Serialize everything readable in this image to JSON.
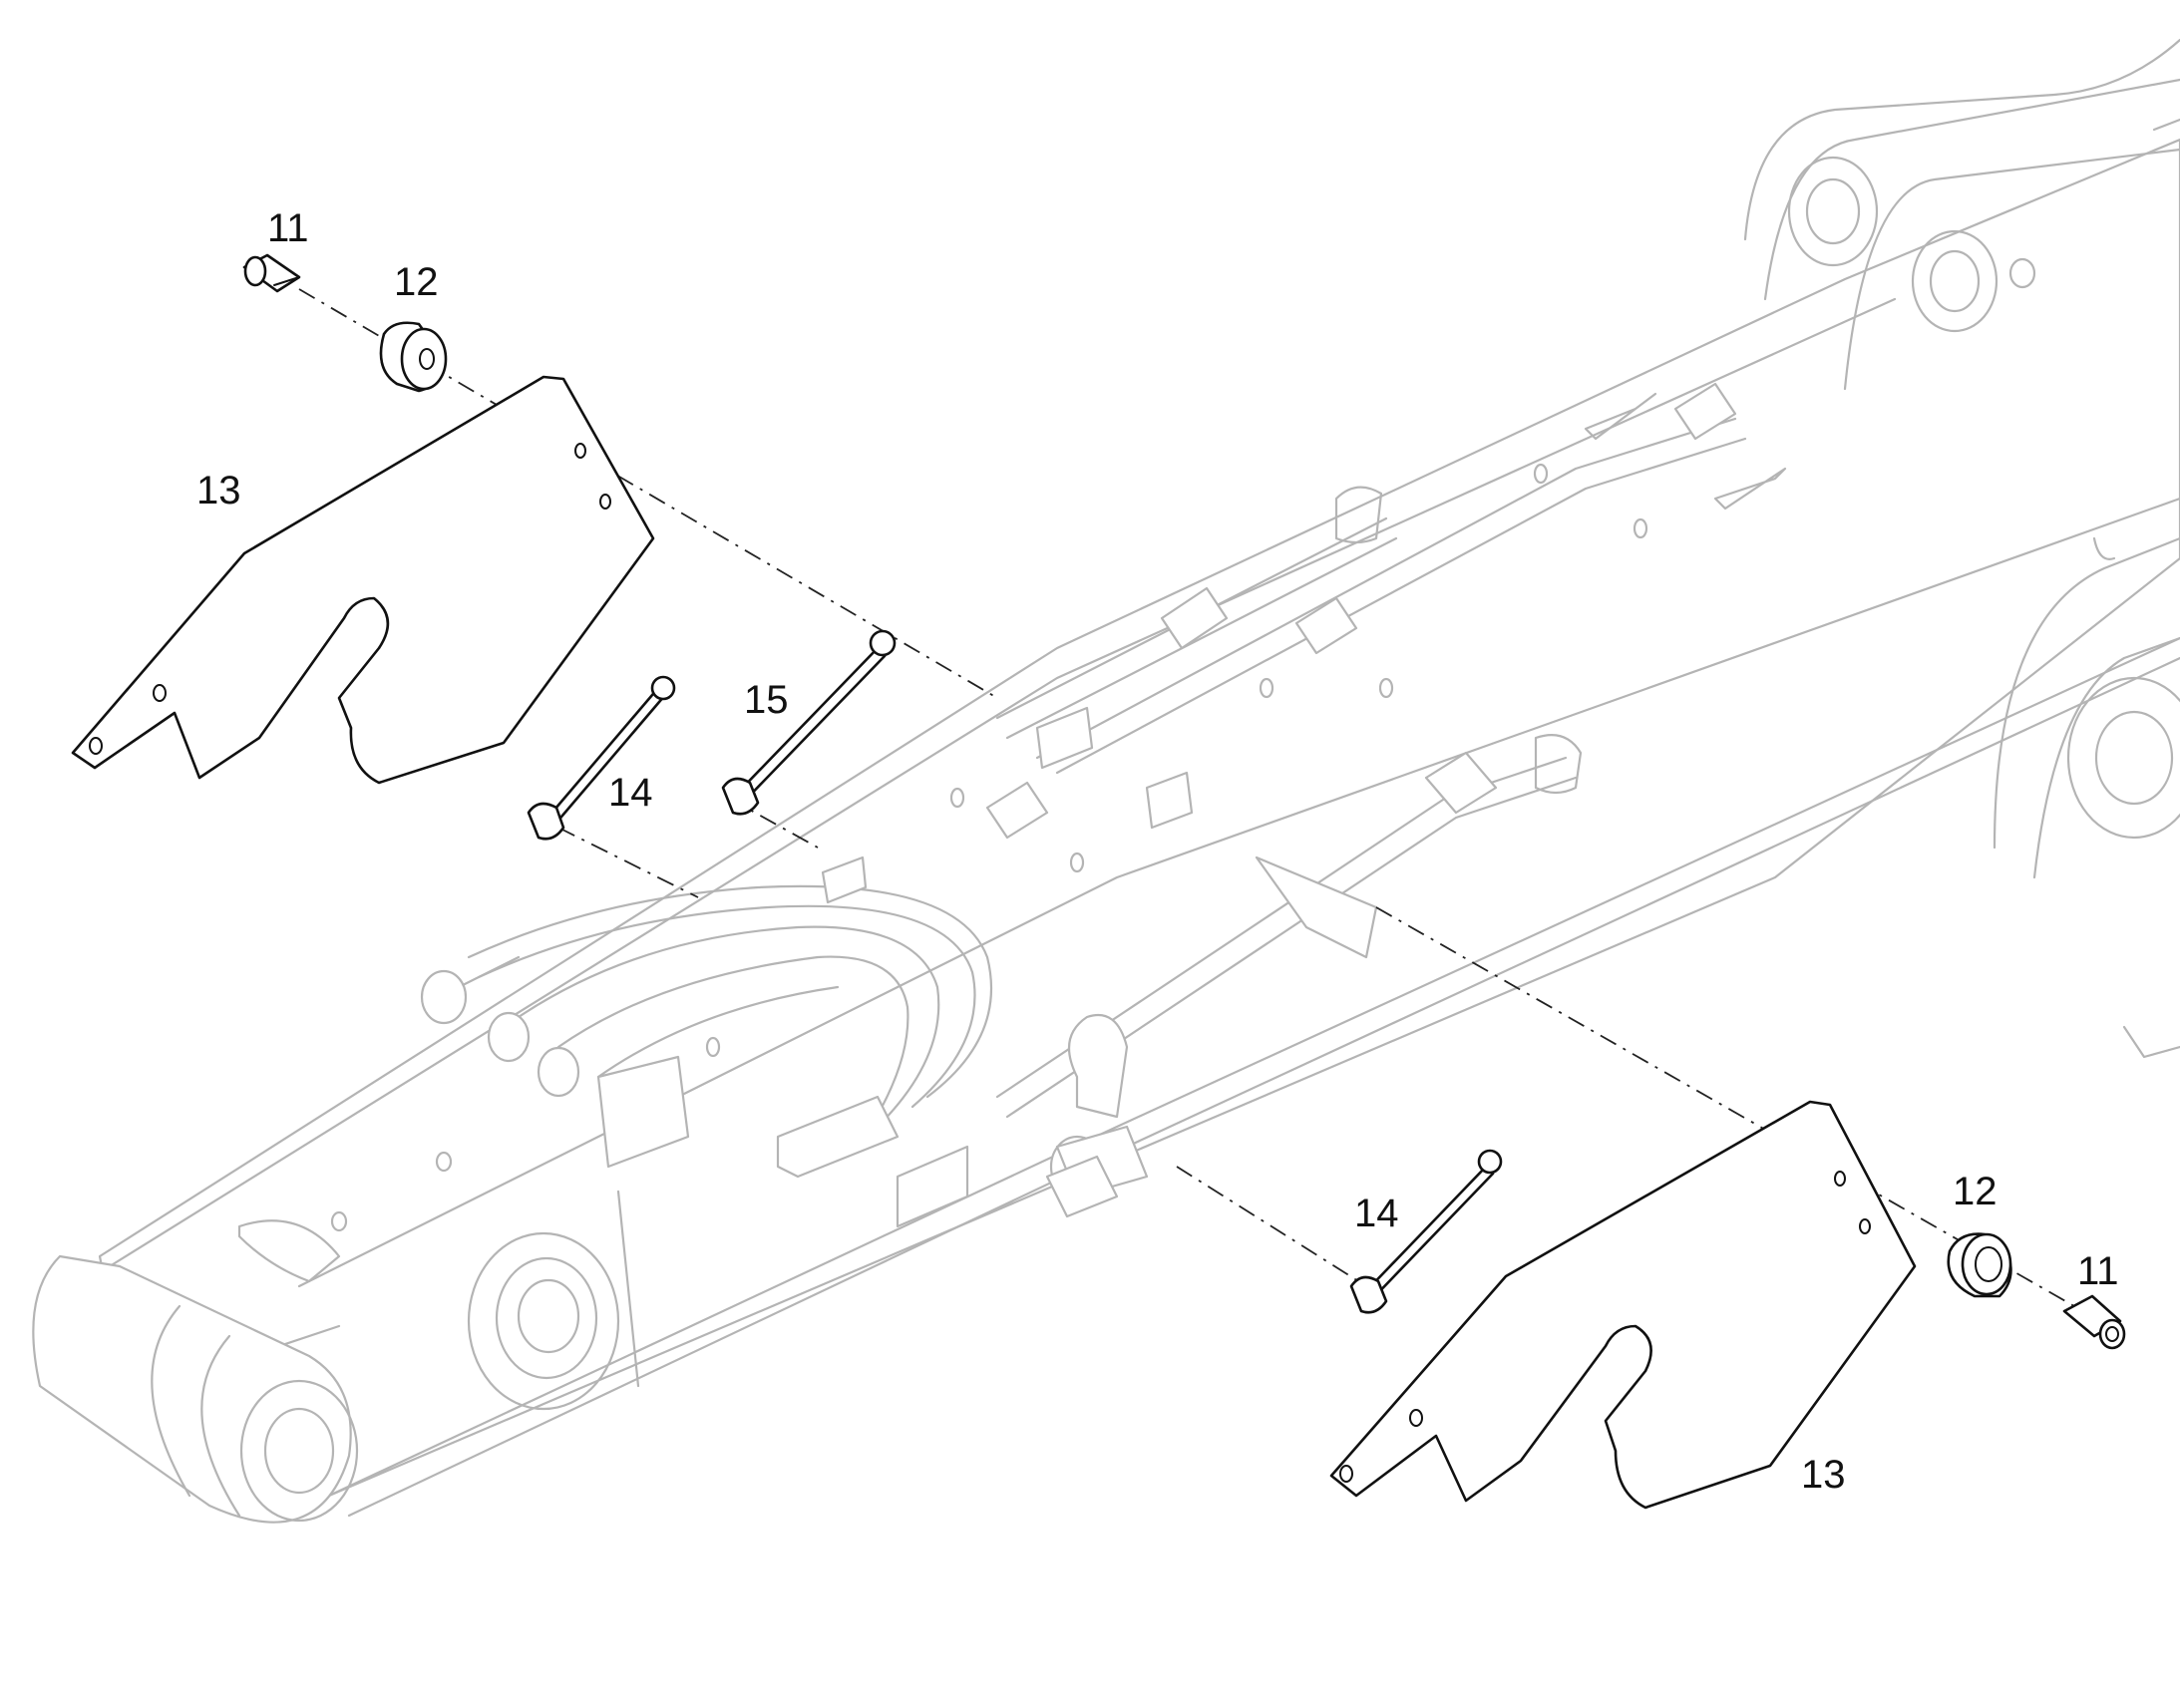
{
  "callouts": [
    {
      "id": "c11a",
      "label": "11"
    },
    {
      "id": "c12a",
      "label": "12"
    },
    {
      "id": "c13a",
      "label": "13"
    },
    {
      "id": "c15",
      "label": "15"
    },
    {
      "id": "c14a",
      "label": "14"
    },
    {
      "id": "c14b",
      "label": "14"
    },
    {
      "id": "c12b",
      "label": "12"
    },
    {
      "id": "c11b",
      "label": "11"
    },
    {
      "id": "c13b",
      "label": "13"
    }
  ]
}
